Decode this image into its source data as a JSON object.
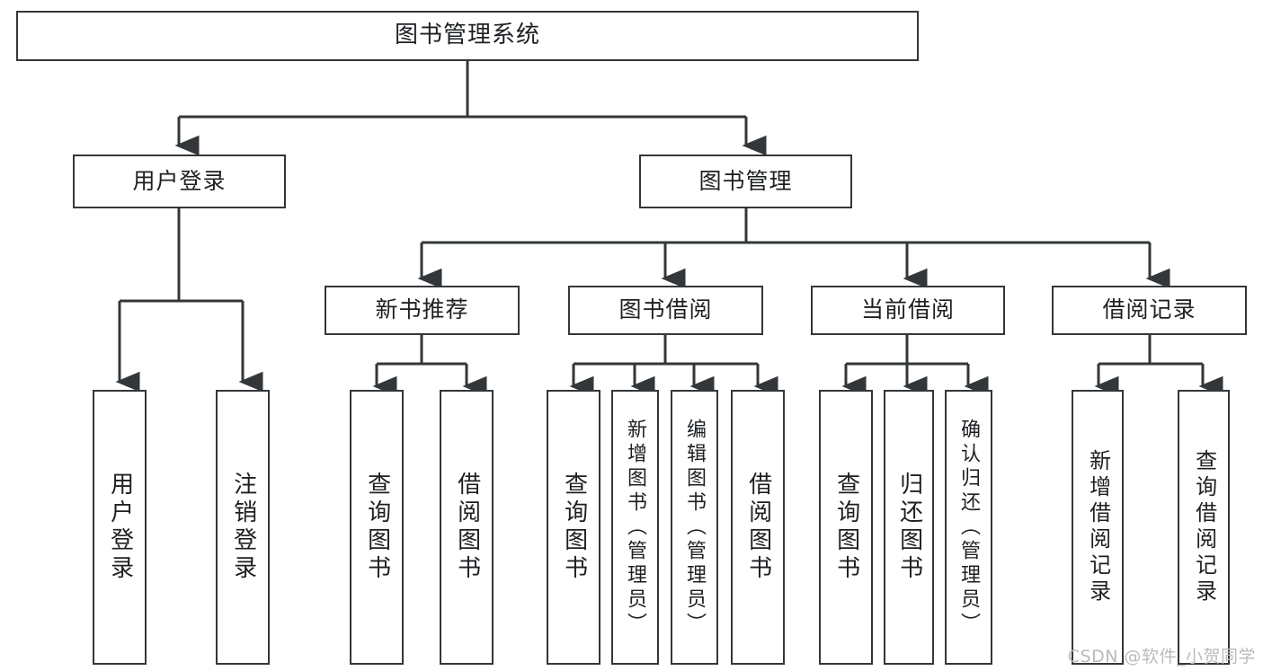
{
  "diagram": {
    "title": "图书管理系统",
    "type": "tree-hierarchy",
    "root": {
      "label": "图书管理系统"
    },
    "level2": [
      {
        "label": "用户登录"
      },
      {
        "label": "图书管理"
      }
    ],
    "level3": [
      {
        "label": "新书推荐",
        "parent": "图书管理"
      },
      {
        "label": "图书借阅",
        "parent": "图书管理"
      },
      {
        "label": "当前借阅",
        "parent": "图书管理"
      },
      {
        "label": "借阅记录",
        "parent": "图书管理"
      }
    ],
    "leaves": [
      {
        "label": "用户登录",
        "parent": "用户登录"
      },
      {
        "label": "注销登录",
        "parent": "用户登录"
      },
      {
        "label": "查询图书",
        "parent": "新书推荐"
      },
      {
        "label": "借阅图书",
        "parent": "新书推荐"
      },
      {
        "label": "查询图书",
        "parent": "图书借阅"
      },
      {
        "label": "新增图书（管理员）",
        "parent": "图书借阅"
      },
      {
        "label": "编辑图书（管理员）",
        "parent": "图书借阅"
      },
      {
        "label": "借阅图书",
        "parent": "图书借阅"
      },
      {
        "label": "查询图书",
        "parent": "当前借阅"
      },
      {
        "label": "归还图书",
        "parent": "当前借阅"
      },
      {
        "label": "确认归还（管理员）",
        "parent": "当前借阅"
      },
      {
        "label": "新增借阅记录",
        "parent": "借阅记录"
      },
      {
        "label": "查询借阅记录",
        "parent": "借阅记录"
      }
    ]
  },
  "watermark": {
    "text": "CSDN @软件_小贺同学"
  },
  "colors": {
    "stroke": "#33373a",
    "box_fill": "#ffffff",
    "text": "#1d2023",
    "watermark": "#b9bbbd"
  }
}
